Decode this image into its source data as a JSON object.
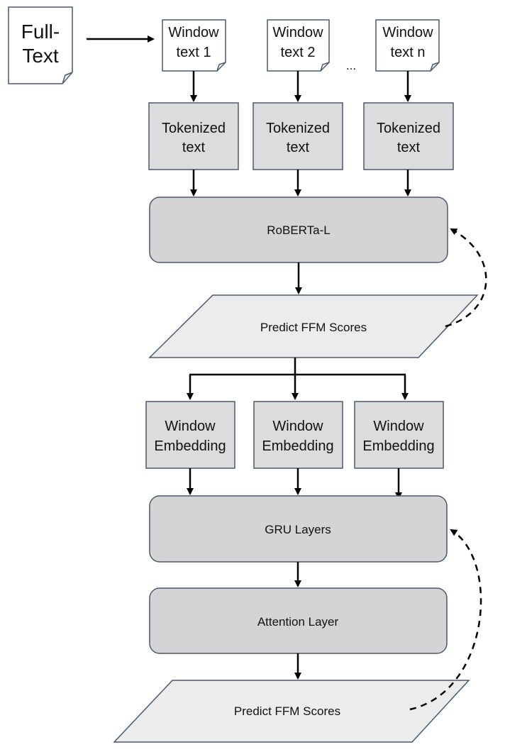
{
  "full_text": {
    "line1": "Full-",
    "line2": "Text"
  },
  "windows": [
    {
      "line1": "Window",
      "line2": "text 1"
    },
    {
      "line1": "Window",
      "line2": "text 2"
    },
    {
      "line1": "Window",
      "line2": "text n"
    }
  ],
  "ellipsis": "...",
  "tokenized": [
    {
      "line1": "Tokenized",
      "line2": "text"
    },
    {
      "line1": "Tokenized",
      "line2": "text"
    },
    {
      "line1": "Tokenized",
      "line2": "text"
    }
  ],
  "roberta": "RoBERTa-L",
  "predict_top": "Predict FFM Scores",
  "embeddings": [
    {
      "line1": "Window",
      "line2": "Embedding"
    },
    {
      "line1": "Window",
      "line2": "Embedding"
    },
    {
      "line1": "Window",
      "line2": "Embedding"
    }
  ],
  "gru": "GRU Layers",
  "attention": "Attention Layer",
  "predict_bottom": "Predict FFM Scores",
  "colors": {
    "box_fill": "#dcdcdc",
    "rounded_fill": "#d4d4d4",
    "parallelogram_fill": "#ececec",
    "stroke": "#4a5a6e"
  }
}
